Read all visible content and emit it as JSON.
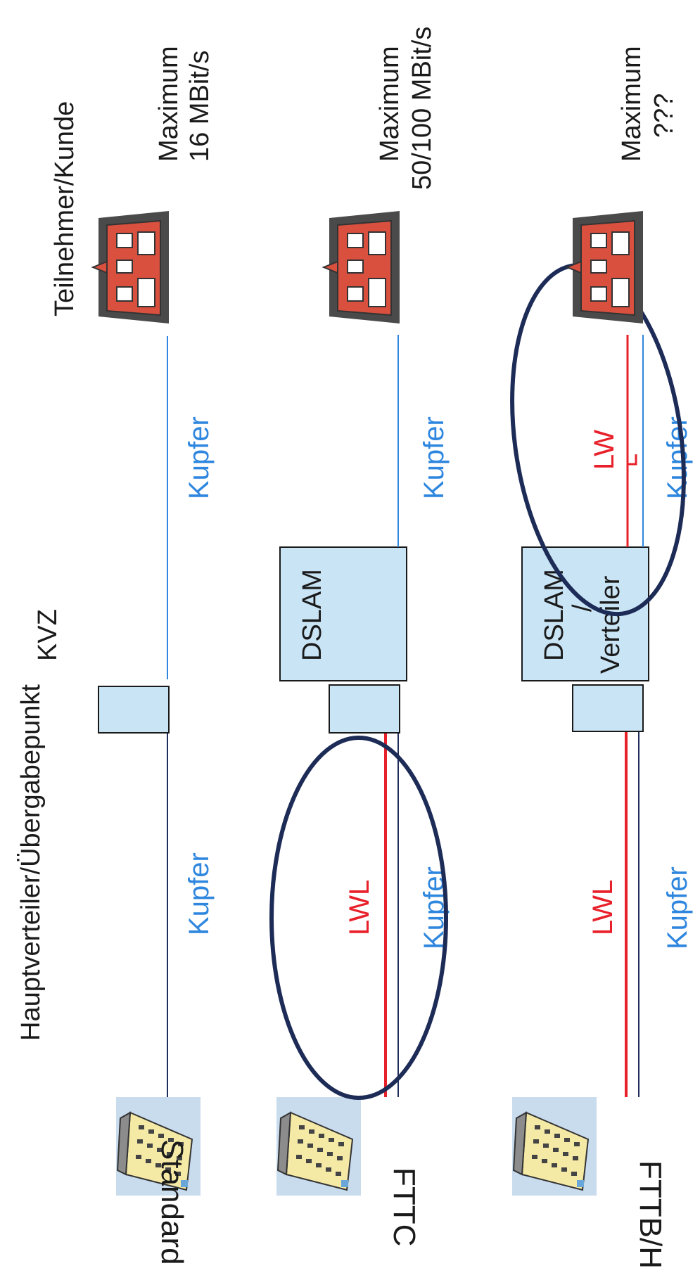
{
  "diagram": {
    "header": {
      "hvt": "Hauptverteiler/Übergabepunkt",
      "kvz": "KVZ",
      "customer": "Teilnehmer/Kunde"
    },
    "rows": {
      "standard": {
        "label": "Standard",
        "cable": "Kupfer",
        "speed_line1": "Maximum",
        "speed_line2": "16 MBit/s"
      },
      "fttc": {
        "label": "FTTC",
        "fiber": "LWL",
        "cable": "Kupfer",
        "box": "DSLAM",
        "cable2": "Kupfer",
        "speed_line1": "Maximum",
        "speed_line2": "50/100 MBit/s"
      },
      "fttb": {
        "label": "FTTB/H",
        "fiber": "LWL",
        "cable": "Kupfer",
        "box_line1": "DSLAM",
        "box_line2": "/",
        "box_line3": "Verteiler",
        "fiber2": "LW",
        "cable2": "Kupfer",
        "speed_line1": "Maximum",
        "speed_line2": "???"
      }
    },
    "colors": {
      "copper": "#2e86de",
      "copper_dark": "#1f2d5c",
      "fiber": "#e8202a",
      "box_fill": "#c9e4f5",
      "ellipse": "#1d2b57",
      "house_wall": "#d9503f",
      "building_fill": "#f5e9a6"
    }
  }
}
